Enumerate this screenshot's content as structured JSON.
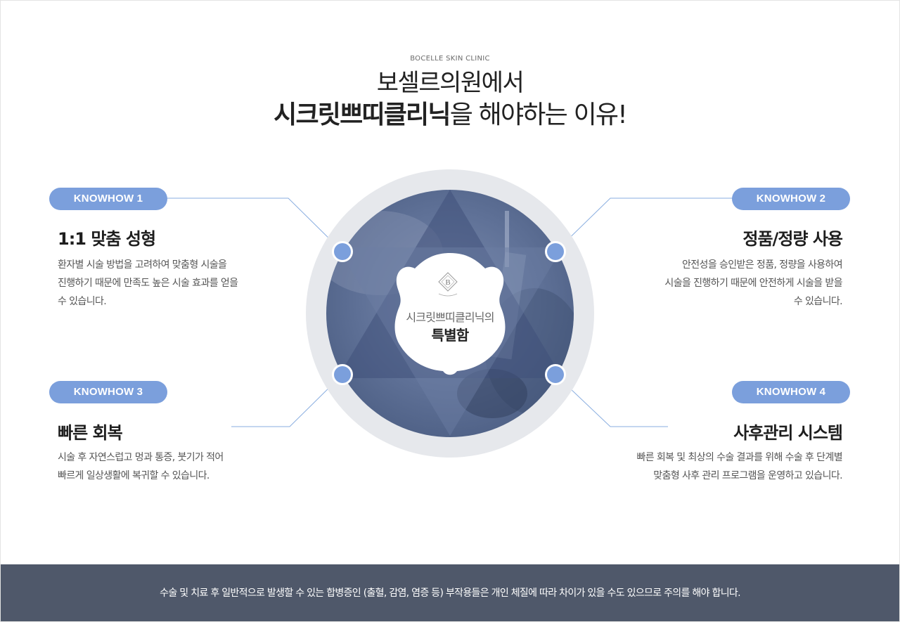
{
  "header": {
    "eyebrow": "BOCELLE SKIN CLINIC",
    "title_line1": "보셀르의원에서",
    "title_line2_bold": "시크릿쁘띠클리닉",
    "title_line2_rest": "을 해야하는 이유!"
  },
  "center": {
    "logo_letter": "B",
    "subtitle": "시크릿쁘띠클리닉의",
    "title": "특별함"
  },
  "knowhows": [
    {
      "badge": "KNOWHOW 1",
      "title": "1:1 맞춤 성형",
      "desc_lines": [
        "환자별 시술 방법을 고려하여 맞춤형 시술을",
        "진행하기 때문에 만족도 높은 시술 효과를 얻을",
        "수 있습니다."
      ]
    },
    {
      "badge": "KNOWHOW 2",
      "title": "정품/정량 사용",
      "desc_lines": [
        "안전성을 승인받은 정품, 정량을 사용하여",
        "시술을 진행하기 때문에 안전하게 시술을 받을",
        "수 있습니다."
      ]
    },
    {
      "badge": "KNOWHOW 3",
      "title": "빠른 회복",
      "desc_lines": [
        "시술 후 자연스럽고 멍과 통증, 붓기가 적어",
        "빠르게 일상생활에 복귀할 수 있습니다."
      ]
    },
    {
      "badge": "KNOWHOW 4",
      "title": "사후관리 시스템",
      "desc_lines": [
        "빠른 회복 및 최상의 수술 결과를 위해 수술 후 단계별",
        "맞춤형 사후 관리 프로그램을 운영하고 있습니다."
      ]
    }
  ],
  "footer": {
    "notice": "수술 및 치료 후 일반적으로 발생할 수 있는 합병증인 (출혈, 감염, 염증 등) 부작용들은 개인 체질에 따라 차이가 있을 수도 있으므로 주의를 해야 합니다."
  },
  "colors": {
    "accent": "#7b9fdc",
    "circle_dark": "#56698c",
    "ring": "#e6e8ec",
    "footer_bg": "#4f586a",
    "line": "#8aaee0"
  }
}
